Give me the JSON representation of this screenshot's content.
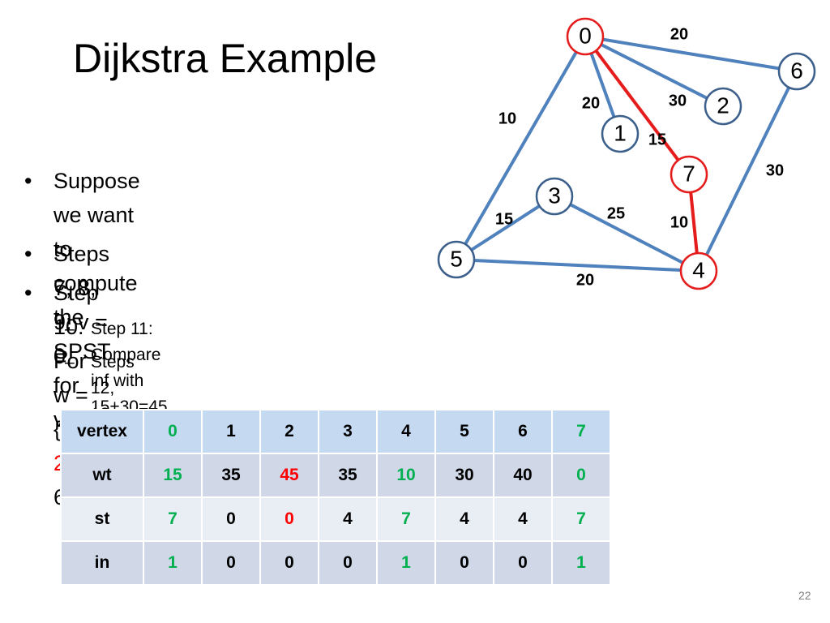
{
  "slide": {
    "title": "Dijkstra Example",
    "number": "22"
  },
  "bullets": [
    {
      "line1": "Suppose we want to compute",
      "line2": "the SPST for vertex 7."
    },
    {
      "text": "Steps 7, 8, 9: v = 0"
    },
    {
      "prefix": "Step 10: For w = {1, ",
      "highlight": "2",
      "suffix": ", 5, 6}"
    }
  ],
  "sub_bullets": [
    "Step 11: Compare inf with 15+30=45",
    "Steps 12, 13: wt[2] = wt[0] + 30, st[2] = 0."
  ],
  "graph": {
    "nodes": [
      {
        "id": "0",
        "highlighted": true
      },
      {
        "id": "1",
        "highlighted": false
      },
      {
        "id": "2",
        "highlighted": false
      },
      {
        "id": "3",
        "highlighted": false
      },
      {
        "id": "4",
        "highlighted": true
      },
      {
        "id": "5",
        "highlighted": false
      },
      {
        "id": "6",
        "highlighted": false
      },
      {
        "id": "7",
        "highlighted": true
      }
    ],
    "edges": [
      {
        "from": "0",
        "to": "6",
        "weight": "20",
        "highlighted": false
      },
      {
        "from": "0",
        "to": "2",
        "weight": "30",
        "highlighted": false
      },
      {
        "from": "0",
        "to": "1",
        "weight": "20",
        "highlighted": false
      },
      {
        "from": "0",
        "to": "5",
        "weight": "10",
        "highlighted": false
      },
      {
        "from": "0",
        "to": "7",
        "weight": "15",
        "highlighted": true
      },
      {
        "from": "7",
        "to": "4",
        "weight": "10",
        "highlighted": true
      },
      {
        "from": "6",
        "to": "4",
        "weight": "30",
        "highlighted": false
      },
      {
        "from": "3",
        "to": "5",
        "weight": "15",
        "highlighted": false
      },
      {
        "from": "3",
        "to": "4",
        "weight": "25",
        "highlighted": false
      },
      {
        "from": "5",
        "to": "4",
        "weight": "20",
        "highlighted": false
      }
    ],
    "colors": {
      "normal_edge": "#4f81bd",
      "highlight_edge": "#e51c1c",
      "normal_node": "#3c5f8c",
      "highlight_node": "#e51c1c"
    }
  },
  "table": {
    "header": [
      "vertex",
      "0",
      "1",
      "2",
      "3",
      "4",
      "5",
      "6",
      "7"
    ],
    "rows": [
      [
        "wt",
        "15",
        "35",
        "45",
        "35",
        "10",
        "30",
        "40",
        "0"
      ],
      [
        "st",
        "7",
        "0",
        "0",
        "4",
        "7",
        "4",
        "4",
        "7"
      ],
      [
        "in",
        "1",
        "0",
        "0",
        "0",
        "1",
        "0",
        "0",
        "1"
      ]
    ]
  }
}
